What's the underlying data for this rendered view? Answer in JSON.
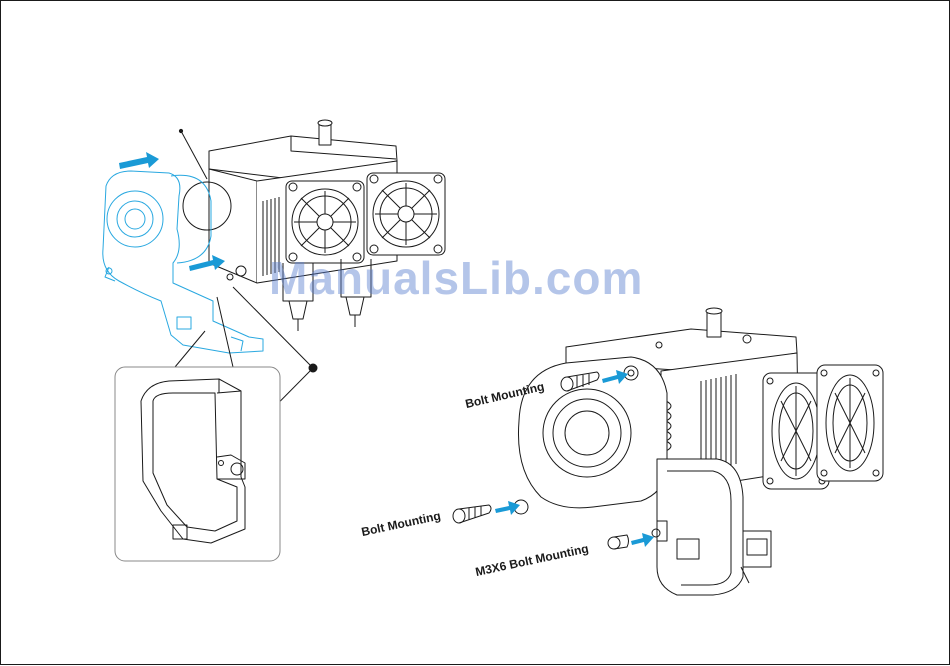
{
  "labels": {
    "bolt_mounting_top": "Bolt Mounting",
    "bolt_mounting_bottom": "Bolt Mounting",
    "m3x6_bolt_mounting": "M3X6 Bolt Mounting"
  },
  "watermark": "ManualsLib.com",
  "colors": {
    "line": "#1a1a1a",
    "part_highlight": "#29a8e0",
    "arrow": "#1a9ad6",
    "watermark": "#5b7fd0"
  }
}
